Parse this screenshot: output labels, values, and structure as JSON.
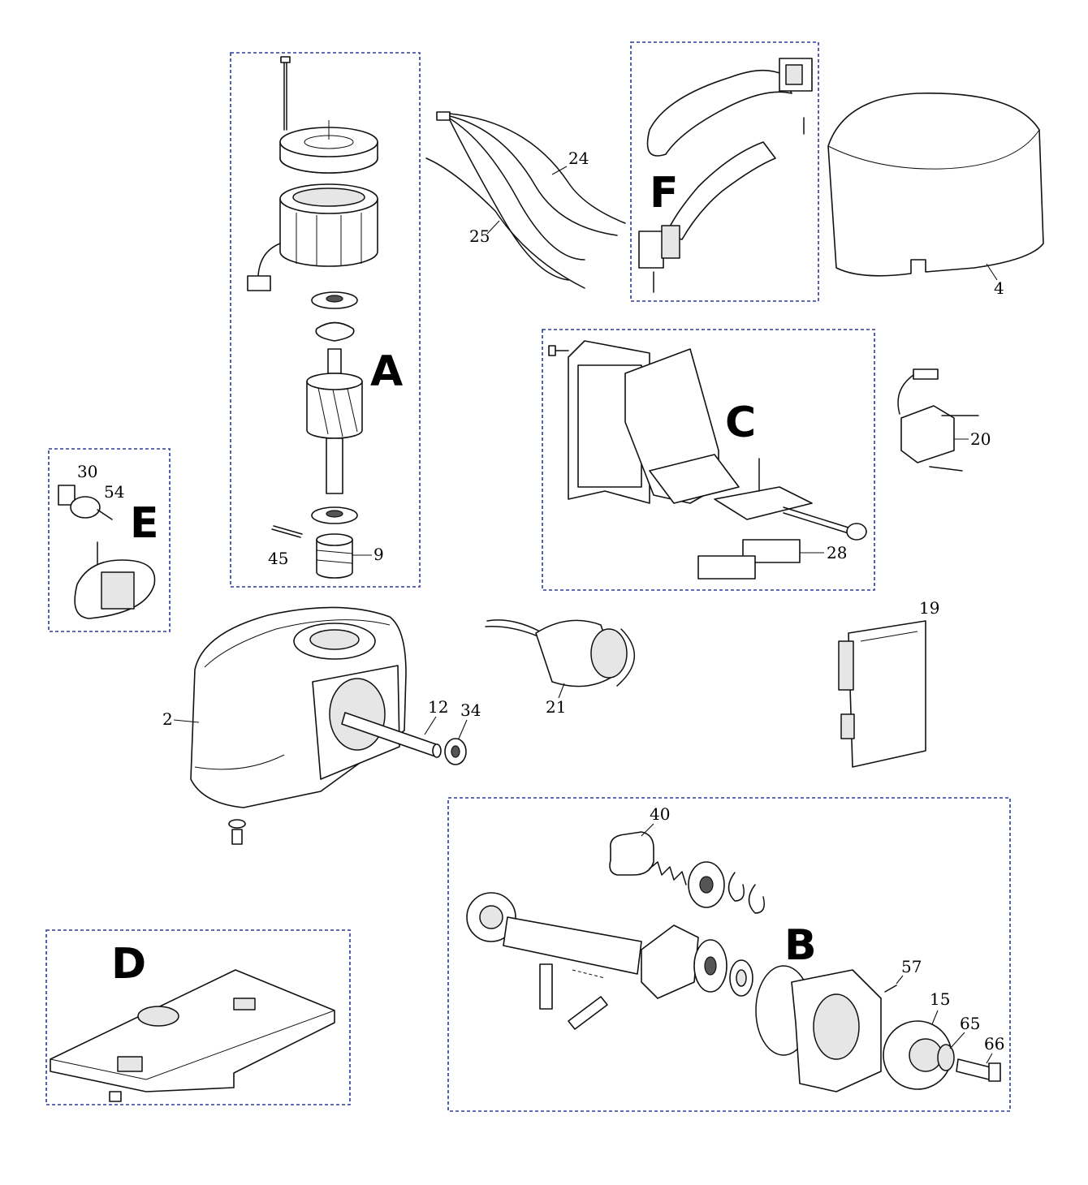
{
  "groups": {
    "A": "A",
    "B": "B",
    "C": "C",
    "D": "D",
    "E": "E",
    "F": "F"
  },
  "parts": {
    "p2": "2",
    "p4": "4",
    "p9": "9",
    "p12": "12",
    "p15": "15",
    "p19": "19",
    "p20": "20",
    "p21": "21",
    "p24": "24",
    "p25": "25",
    "p28": "28",
    "p30": "30",
    "p34": "34",
    "p40": "40",
    "p45": "45",
    "p54": "54",
    "p57": "57",
    "p65": "65",
    "p66": "66"
  },
  "colors": {
    "group_box": "#2a3a9c",
    "ink": "#111111"
  }
}
